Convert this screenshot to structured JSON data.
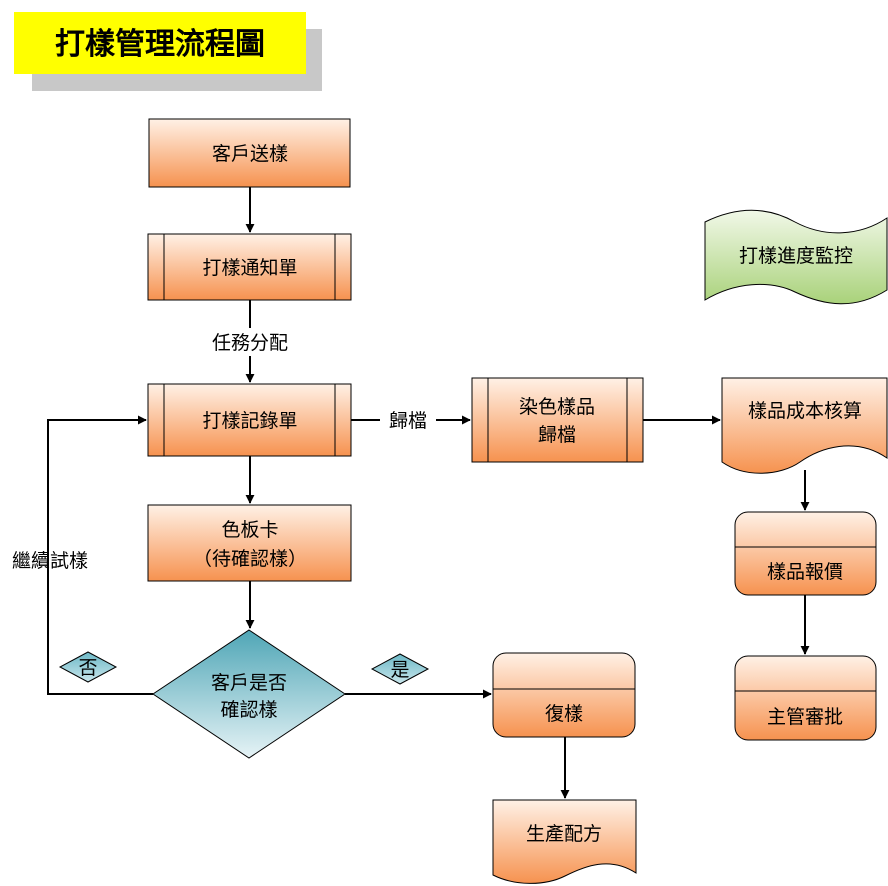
{
  "title": "打樣管理流程圖",
  "nodes": {
    "customer_send": "客戶送樣",
    "notice_form": "打樣通知單",
    "record_form": "打樣記錄單",
    "color_card_line1": "色板卡",
    "color_card_line2": "（待確認樣）",
    "decision_line1": "客戶是否",
    "decision_line2": "確認樣",
    "dyed_archive_line1": "染色樣品",
    "dyed_archive_line2": "歸檔",
    "cost_check": "樣品成本核算",
    "quote": "樣品報價",
    "approval": "主管審批",
    "re_sample": "復樣",
    "formula": "生產配方",
    "monitor": "打樣進度監控"
  },
  "edges": {
    "task_assign": "任務分配",
    "archive": "歸檔",
    "continue_trial": "繼續試樣",
    "no": "否",
    "yes": "是"
  },
  "colors": {
    "title_bg": "#ffff00",
    "title_shadow": "#c8c8c8",
    "node_orange_top": "#fff1e6",
    "node_orange_bottom": "#f6924f",
    "node_green_top": "#f1f8e8",
    "node_green_bottom": "#a9d27a",
    "diamond_top": "#5eaebd",
    "diamond_bottom": "#e3f2f5",
    "stroke": "#000000"
  }
}
